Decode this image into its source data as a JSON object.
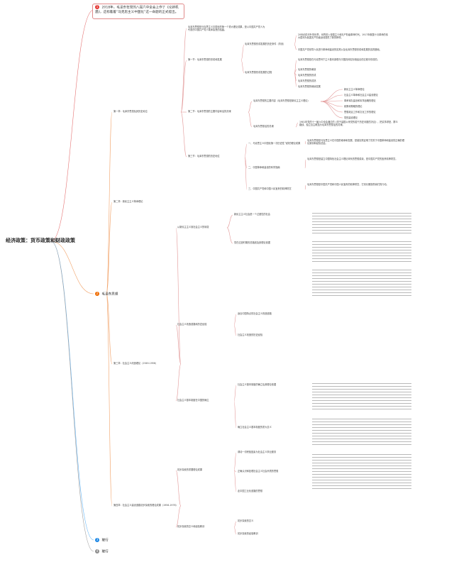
{
  "root": "经济政策：货币政策和财政政策",
  "callout": {
    "num": "1",
    "text": "2018年，毛泽东在党的八届六中全会上作了《论新机遇》，这标着着“马克思主义中国化”这一命题的正式提出。"
  },
  "branch": {
    "num": "2",
    "title": "毛泽东思想"
  },
  "footer": [
    {
      "num": "3",
      "label": "联行"
    },
    {
      "num": "4",
      "label": "联行"
    }
  ],
  "level1": [
    "第一章：毛泽东思想及其历史地位",
    "第二章：新民主主义革命理论",
    "第三章：社会主义改造理论（1949-1956）",
    "第四章：社会主义建设道路初步探索的理论成果（1956-1976）"
  ],
  "ch1": {
    "intro": "毛泽东思想是马克思主义中国化的第一个重大理论成果，是以中国共产党人为代表的中国共产党人集体智慧的结晶。",
    "groups": [
      {
        "title": "第一节：毛泽东思想的形成和发展",
        "subs": [
          {
            "title": "毛泽东思想形成发展的历史条件（背景）",
            "items": [
              "20世纪前半叶的世界，世界进入帝国主义和无产阶级革命时代。1917年俄国十月革命的伟大胜利为各国无产阶级运动提供了新的榜样。",
              "中国共产党领导人民进行革命和建设的实践以及毛泽东思想形成和发展的实践基础。"
            ]
          },
          {
            "title": "毛泽东思想形成发展的过程",
            "items": [
              "毛泽东思想是在马克思列宁主义基本原理与中国具体实际相结合的过程中形成的。",
              "毛泽东思想的萌芽",
              "毛泽东思想的形成",
              "毛泽东思想的成熟",
              "毛泽东思想的继续发展"
            ]
          }
        ]
      },
      {
        "title": "第二节：毛泽东思想的主要内容和活的灵魂",
        "subs": [
          {
            "title": "毛泽东思想的主要内容（毛泽东思想是新民主主义理论）",
            "items": [
              "新民主主义革命理论",
              "社会主义革命和社会主义建设理论",
              "革命军队建设和军事战略的理论",
              "政策和策略的理论",
              "思想政治工作和文化工作的理论",
              "党的建设理论"
            ]
          },
          {
            "title": "毛泽东思想活的灵魂",
            "items": [
              "1981年党的十一届六中全会通过的《关于建国以来党的若干历史问题的决议》，把实事求是、群众路线、独立自主概括为毛泽东思想活的灵魂。"
            ]
          }
        ]
      },
      {
        "title": "第三节：毛泽东思想的历史地位",
        "subs": [
          {
            "title": "一、马克思主义中国化第一次历史性飞跃的理论成果",
            "items": [
              "毛泽东思想是马克思主义在中国的继承和发展，是被实践证明了的关于中国革命和建设的正确的理论原则和经验总结。"
            ]
          },
          {
            "title": "二、中国革命和建设的科学指南",
            "items": [
              "毛泽东思想是建立中国特色社会主义理论体系的思想源泉，是中国共产党的宝贵精神财富。"
            ]
          },
          {
            "title": "三、中国共产党和中国人民宝贵的精神财富",
            "items": [
              "毛泽东思想是中国共产党和中国人民宝贵的精神财富，它将长期指导我们的行动。"
            ]
          }
        ]
      }
    ]
  },
  "ch3": {
    "subs": [
      {
        "title": "从新民主主义到社会主义的转变",
        "items": [
          "新民主主义社会是一个过渡性的社会",
          "党在过渡时期的总路线及其理论依据"
        ]
      },
      {
        "title": "社会主义改造道路和历史经验",
        "items": [
          "适合中国特点的社会主义改造道路",
          "社会主义改造的历史经验"
        ]
      },
      {
        "title": "社会主义基本制度在中国的确立",
        "items": [
          "社会主义基本制度的确立及其理论依据",
          "确立社会主义基本制度的重大意义"
        ]
      }
    ]
  },
  "ch4": {
    "subs": [
      {
        "title": "初步探索的重要理论成果",
        "items": [
          "调动一切积极因素为社会主义事业服务",
          "正确认识和处理社会主义社会矛盾的思想",
          "走中国工业化道路的思想"
        ]
      },
      {
        "title": "初步探索的意义和经验教训",
        "items": [
          "初步探索的意义",
          "初步探索的经验教训"
        ]
      }
    ]
  }
}
